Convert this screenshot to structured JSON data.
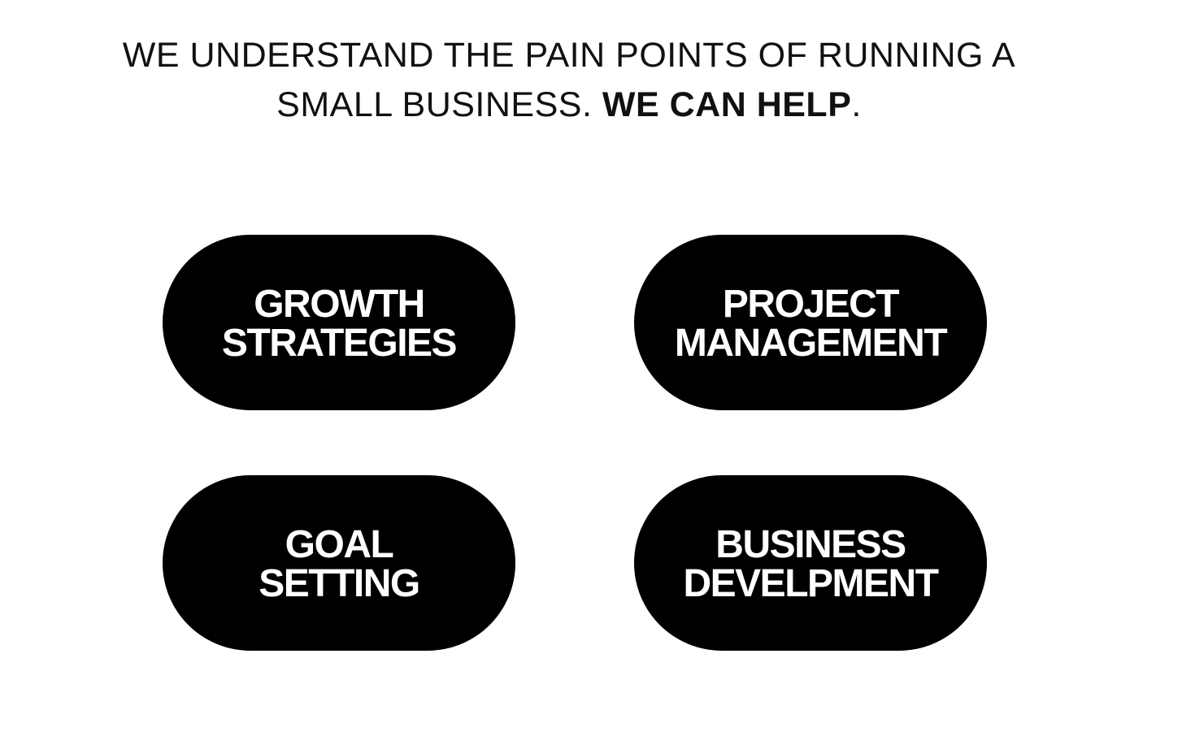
{
  "headline": {
    "line1": "WE UNDERSTAND THE PAIN POINTS OF RUNNING A",
    "line2_prefix": "SMALL BUSINESS. ",
    "line2_bold": "WE CAN HELP",
    "line2_suffix": "."
  },
  "services": [
    {
      "line1": "GROWTH",
      "line2": "STRATEGIES"
    },
    {
      "line1": "PROJECT",
      "line2": "MANAGEMENT"
    },
    {
      "line1": "GOAL",
      "line2": "SETTING"
    },
    {
      "line1": "BUSINESS",
      "line2": "DEVELPMENT"
    }
  ],
  "colors": {
    "background": "#ffffff",
    "pill": "#000000",
    "pill_text": "#ffffff",
    "headline_text": "#111111"
  }
}
